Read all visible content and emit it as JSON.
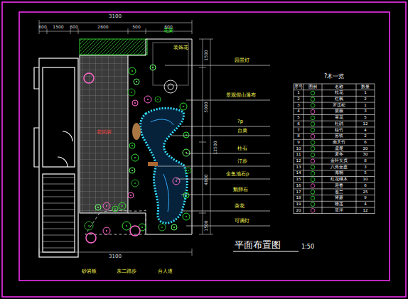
{
  "diagram": {
    "title": "平面布置图",
    "labels": [
      "3100",
      "600",
      "1500",
      "600",
      "2600",
      "500",
      "600",
      "花架",
      "装饰花",
      "园景灯",
      "景观假山瀑布",
      "?p",
      "台菜",
      "柱石",
      "汀步",
      "金鱼池石p",
      "鹅卵石",
      "茶花",
      "可调灯",
      "1500",
      "5000",
      "12500",
      "4800",
      "1500",
      "花岗岩",
      "1:50",
      "3100",
      "砂岩板",
      "亲二踏步",
      "台人道",
      "?木一览",
      "序号",
      "图例",
      "名称",
      "数量",
      "1",
      "桂花",
      "1",
      "2",
      "红枫",
      "2",
      "3",
      "罗汉松",
      "1",
      "4",
      "紫薇",
      "3",
      "5",
      "茶花",
      "5",
      "6",
      "杜鹃",
      "12",
      "7",
      "棕竹",
      "4",
      "8",
      "苏铁",
      "2",
      "9",
      "南天竹",
      "6",
      "10",
      "鸢尾",
      "20",
      "11",
      "麦冬",
      "30",
      "12",
      "金叶女贞",
      "8",
      "13",
      "八角金盘",
      "3",
      "14",
      "海桐",
      "5",
      "15",
      "红花继木",
      "10",
      "16",
      "迎春",
      "6",
      "17",
      "葱兰",
      "25",
      "18",
      "肾蕨",
      "9",
      "19",
      "睡莲",
      "4",
      "20",
      "草坪",
      "12"
    ]
  }
}
